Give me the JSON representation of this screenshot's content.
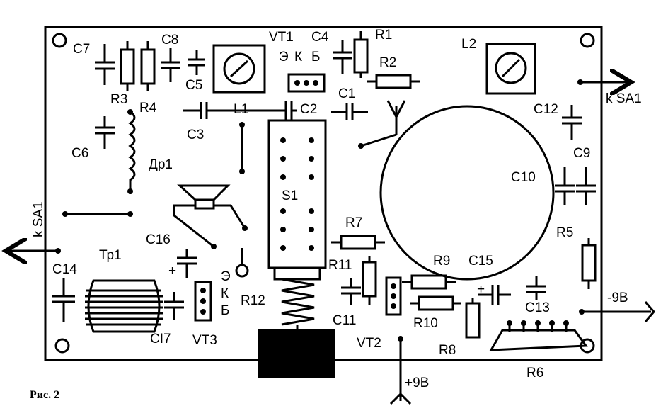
{
  "caption": "Рис. 2",
  "components": {
    "C1": "C1",
    "C2": "C2",
    "C3": "C3",
    "C4": "C4",
    "C5": "C5",
    "C6": "C6",
    "C7": "C7",
    "C8": "C8",
    "C9": "C9",
    "C10": "C10",
    "C11": "C11",
    "C12": "C12",
    "C13": "C13",
    "C14": "C14",
    "C15": "C15",
    "C16": "C16",
    "C17": "CI7",
    "R1": "R1",
    "R2": "R2",
    "R3": "R3",
    "R4": "R4",
    "R5": "R5",
    "R6": "R6",
    "R7": "R7",
    "R8": "R8",
    "R9": "R9",
    "R10": "R10",
    "R11": "R11",
    "R12": "R12",
    "L1": "L1",
    "L2": "L2",
    "Dr1": "Др1",
    "Tr1": "Тр1",
    "S1": "S1",
    "VT1": "VT1",
    "VT2": "VT2",
    "VT3": "VT3"
  },
  "transistor_pins": {
    "E": "Э",
    "K": "К",
    "B": "Б"
  },
  "terminals": {
    "sa1_right": "k SA1",
    "sa1_left": "k SA1",
    "minus9": "-9В",
    "plus9": "+9В",
    "plus_sign": "+"
  }
}
